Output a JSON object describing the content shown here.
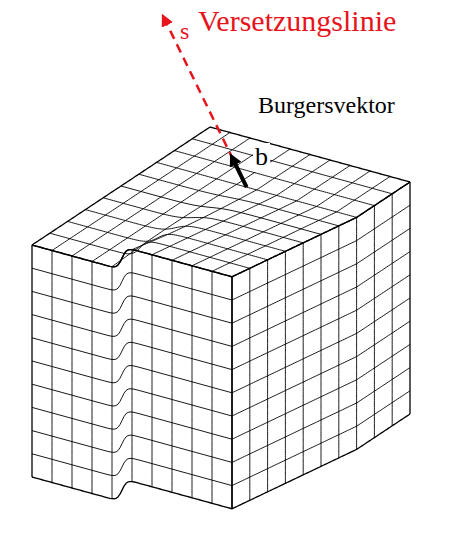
{
  "diagram": {
    "labels": [
      "s",
      "Versetzungslinie",
      "Burgersvektor",
      "b"
    ]
  }
}
